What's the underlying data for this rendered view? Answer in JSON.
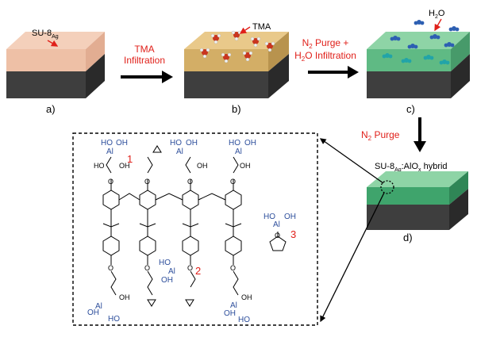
{
  "panels": {
    "a": {
      "label": "a)",
      "layer_label": "SU-8",
      "layer_sub": "Ag"
    },
    "b": {
      "label": "b)",
      "molecule_label": "TMA"
    },
    "c": {
      "label": "c)",
      "molecule_label": "H",
      "molecule_sub": "2",
      "molecule_tail": "O"
    },
    "d": {
      "label": "d)",
      "title_a": "SU-8",
      "title_sub": "Ag",
      "title_b": ":AlO",
      "title_sub2": "x",
      "title_c": " hybrid"
    }
  },
  "arrows": {
    "tma": {
      "line1": "TMA",
      "line2": "Infiltration"
    },
    "h2o": {
      "line1_a": "N",
      "line1_sub": "2",
      "line1_b": " Purge +",
      "line2_a": "H",
      "line2_sub": "2",
      "line2_b": "O Infiltration"
    },
    "purge": {
      "text_a": "N",
      "text_sub": "2",
      "text_b": " Purge"
    }
  },
  "structure": {
    "site_numbers": [
      "1",
      "2",
      "3"
    ],
    "al_label": "Al",
    "oh_label": "OH",
    "ho_label": "HO",
    "o_label": "O"
  },
  "colors": {
    "accent_red": "#e0201a",
    "al_blue": "#2e4f9c",
    "base_dark": "#3a3a3a",
    "layer_pink": "#f2c4a8",
    "layer_gold": "#d8b060",
    "layer_green": "#4fb07a"
  }
}
